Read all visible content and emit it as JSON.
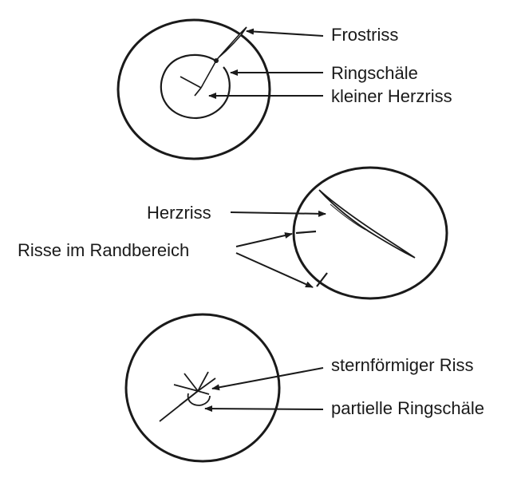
{
  "diagram": {
    "labels": {
      "frostriss": "Frostriss",
      "ringschaele": "Ringschäle",
      "kleiner_herzriss": "kleiner Herzriss",
      "herzriss": "Herzriss",
      "risse_randbereich": "Risse im Randbereich",
      "sternfoermiger_riss": "sternförmiger Riss",
      "partielle_ringschaele": "partielle Ringschäle"
    },
    "colors": {
      "stroke": "#1a1a1a",
      "background": "#ffffff"
    }
  }
}
